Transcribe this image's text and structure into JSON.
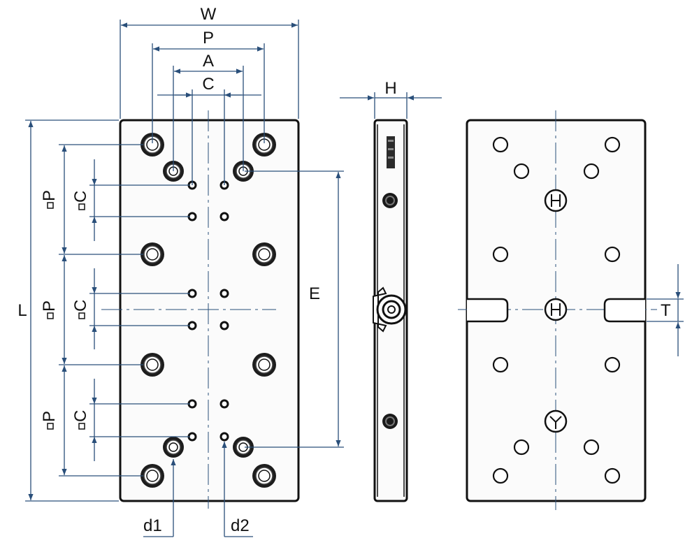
{
  "labels": {
    "W": "W",
    "P": "P",
    "A": "A",
    "C": "C",
    "H": "H",
    "L": "L",
    "E": "E",
    "T": "T",
    "d1": "d1",
    "d2": "d2",
    "sqP": "P",
    "sqC": "C"
  },
  "colors": {
    "dimension_line": "#2a4f7a",
    "outline": "#111111",
    "background": "#ffffff"
  }
}
